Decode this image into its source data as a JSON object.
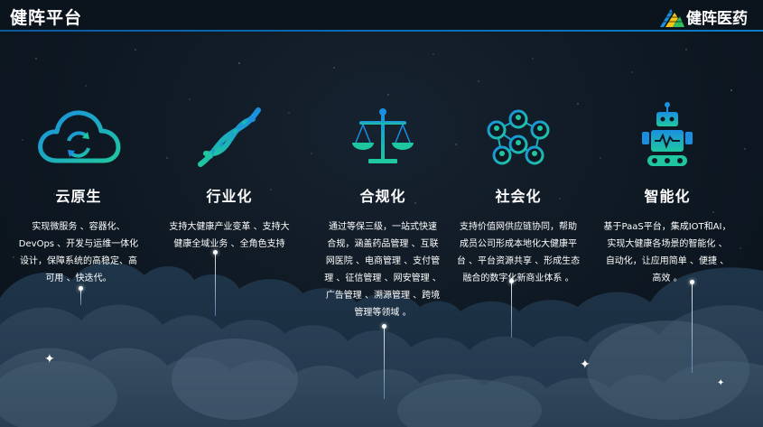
{
  "header": {
    "title": "健阵平台",
    "logo_text": "健阵医药"
  },
  "colors": {
    "accent_blue": "#0b7fc9",
    "icon_green": "#1fc7a0",
    "icon_blue": "#1a8fe0",
    "cloud_front": "#2d4357",
    "cloud_back": "#1e3144"
  },
  "features": [
    {
      "icon": "cloud-sync-icon",
      "name": "云原生",
      "desc": "实现微服务 、容器化、\nDevOps 、开发与运维一体化\n设计，保障系统的高稳定、高\n可用 、快迭代。"
    },
    {
      "icon": "dna-icon",
      "name": "行业化",
      "desc": "支持大健康产业变革 、支持大\n健康全域业务 、全角色支持"
    },
    {
      "icon": "scale-icon",
      "name": "合规化",
      "desc": "通过等保三级，一站式快速\n合规，涵盖药品管理 、互联\n网医院 、电商管理 、支付管\n理 、征信管理 、网安管理 、\n广告管理 、溯源管理 、跨境\n管理等领域 。"
    },
    {
      "icon": "network-people-icon",
      "name": "社会化",
      "desc": "支持价值网供应链协同，帮助\n成员公司形成本地化大健康平\n台 、平台资源共享 、形成生态\n融合的数字化新商业体系 。"
    },
    {
      "icon": "robot-icon",
      "name": "智能化",
      "desc": "基于PaaS平台，集成IOT和AI，\n实现大健康各场景的智能化 、\n自动化，让应用简单 、便捷 、\n高效 。"
    }
  ]
}
